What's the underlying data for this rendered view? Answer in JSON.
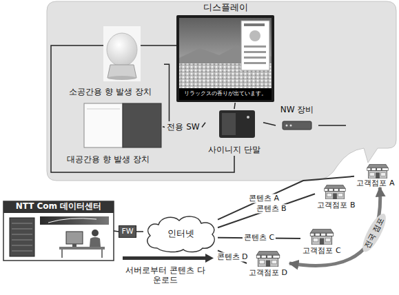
{
  "diagram": {
    "nodes": [
      {
        "text": [
          "디스플레이"
        ]
      },
      {
        "text": [
          "소공간용 향 발생 장치"
        ]
      },
      {
        "text": [
          "대공간용 향 발생 장치"
        ]
      },
      {
        "text": [
          "전용 SW"
        ]
      },
      {
        "text": [
          "사이니지 단말"
        ]
      },
      {
        "text": [
          "NW 장비"
        ]
      },
      {
        "text": [
          "NTT Com 데이터센터"
        ]
      },
      {
        "text": [
          "FW"
        ]
      },
      {
        "text": [
          "인터넷"
        ]
      },
      {
        "text": [
          "고객점포 A"
        ]
      },
      {
        "text": [
          "고객점포 B"
        ]
      },
      {
        "text": [
          "고객점포 C"
        ]
      },
      {
        "text": [
          "고객점포 D"
        ]
      }
    ],
    "edges": [
      {
        "from": 1,
        "to": 3,
        "arrow": "none"
      },
      {
        "from": 2,
        "to": 3,
        "arrow": "none"
      },
      {
        "from": 3,
        "to": 4,
        "arrow": "none"
      },
      {
        "from": 4,
        "to": 0,
        "arrow": "none"
      },
      {
        "from": 4,
        "to": 5,
        "arrow": "none"
      },
      {
        "from": 6,
        "to": 7,
        "arrow": "none"
      },
      {
        "from": 7,
        "to": 8,
        "arrow": "none"
      },
      {
        "from": 8,
        "to": 9,
        "label": "콘텐츠 A",
        "arrow": "none"
      },
      {
        "from": 8,
        "to": 10,
        "label": "콘텐츠 B",
        "arrow": "none"
      },
      {
        "from": 8,
        "to": 11,
        "label": "콘텐츠 C",
        "arrow": "none"
      },
      {
        "from": 8,
        "to": 12,
        "label": "콘텐츠 D",
        "arrow": "none"
      },
      {
        "from": 9,
        "to": 12,
        "label": "전국 점포",
        "arrow": "both"
      }
    ],
    "labels": [
      "リラックスの香りが出ています。",
      "서버로부터 콘텐츠 다운로드"
    ]
  }
}
